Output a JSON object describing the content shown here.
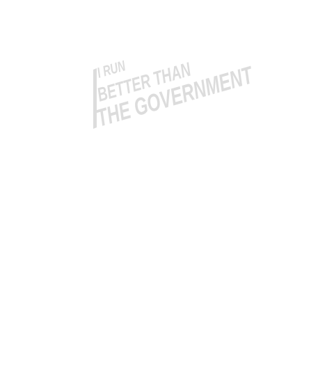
{
  "slogan": {
    "lines": [
      "I RUN",
      "BETTER THAN",
      "THE GOVERNMENT"
    ],
    "color": "#dcdcdc",
    "background": "#ffffff"
  }
}
